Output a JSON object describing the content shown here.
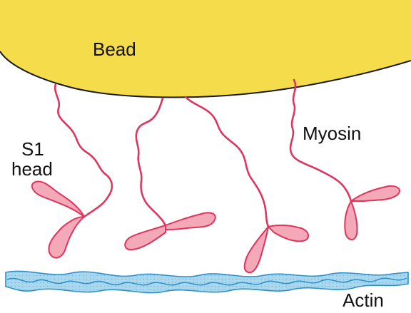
{
  "labels": {
    "bead": "Bead",
    "myosin": "Myosin",
    "s1_line1": "S1",
    "s1_line2": "head",
    "actin": "Actin"
  },
  "colors": {
    "bead_fill": "#f4dc4a",
    "bead_outline": "#1a1a1a",
    "myosin_stroke": "#e0345c",
    "myosin_head_fill": "#f4a9b8",
    "actin_fill": "#a9d8ee",
    "actin_stroke": "#2f8fc7"
  }
}
